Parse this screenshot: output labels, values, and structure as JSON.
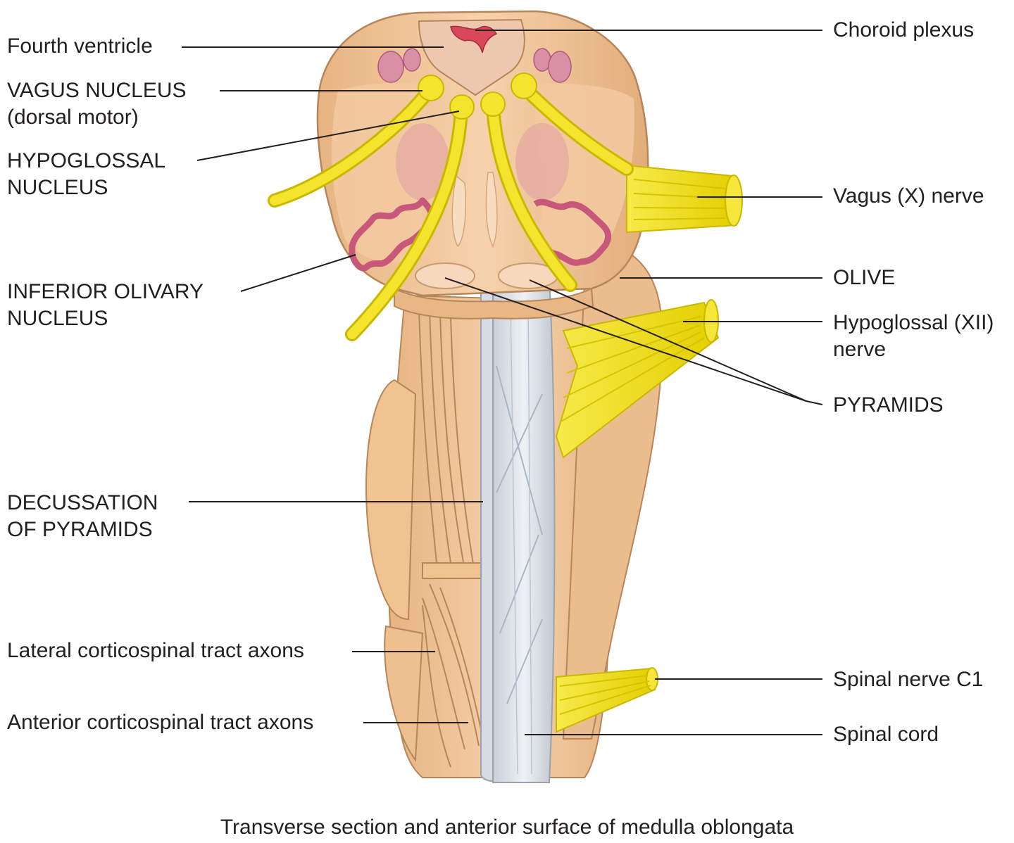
{
  "labels": {
    "fourth_ventricle": "Fourth ventricle",
    "vagus_nucleus_1": "VAGUS NUCLEUS",
    "vagus_nucleus_2": "(dorsal motor)",
    "hypoglossal_nucleus_1": "HYPOGLOSSAL",
    "hypoglossal_nucleus_2": "NUCLEUS",
    "inferior_olivary_1": "INFERIOR OLIVARY",
    "inferior_olivary_2": "NUCLEUS",
    "decussation_1": "DECUSSATION",
    "decussation_2": "OF PYRAMIDS",
    "lateral_cst": "Lateral corticospinal tract axons",
    "anterior_cst": "Anterior corticospinal tract axons",
    "choroid_plexus": "Choroid plexus",
    "vagus_nerve": "Vagus (X) nerve",
    "olive": "OLIVE",
    "hypoglossal_nerve_1": "Hypoglossal (XII)",
    "hypoglossal_nerve_2": "nerve",
    "pyramids": "PYRAMIDS",
    "spinal_nerve_c1": "Spinal nerve C1",
    "spinal_cord": "Spinal cord"
  },
  "caption": "Transverse section and anterior surface of medulla oblongata",
  "colors": {
    "tissue": "#f2c79a",
    "tissue_dark": "#d9a673",
    "section_face": "#f6cfa6",
    "nerve": "#f2e21f",
    "nerve_dark": "#c9b800",
    "olivary": "#c8587a",
    "pyramid_white": "#dfe4ea",
    "leader": "#231f20"
  }
}
